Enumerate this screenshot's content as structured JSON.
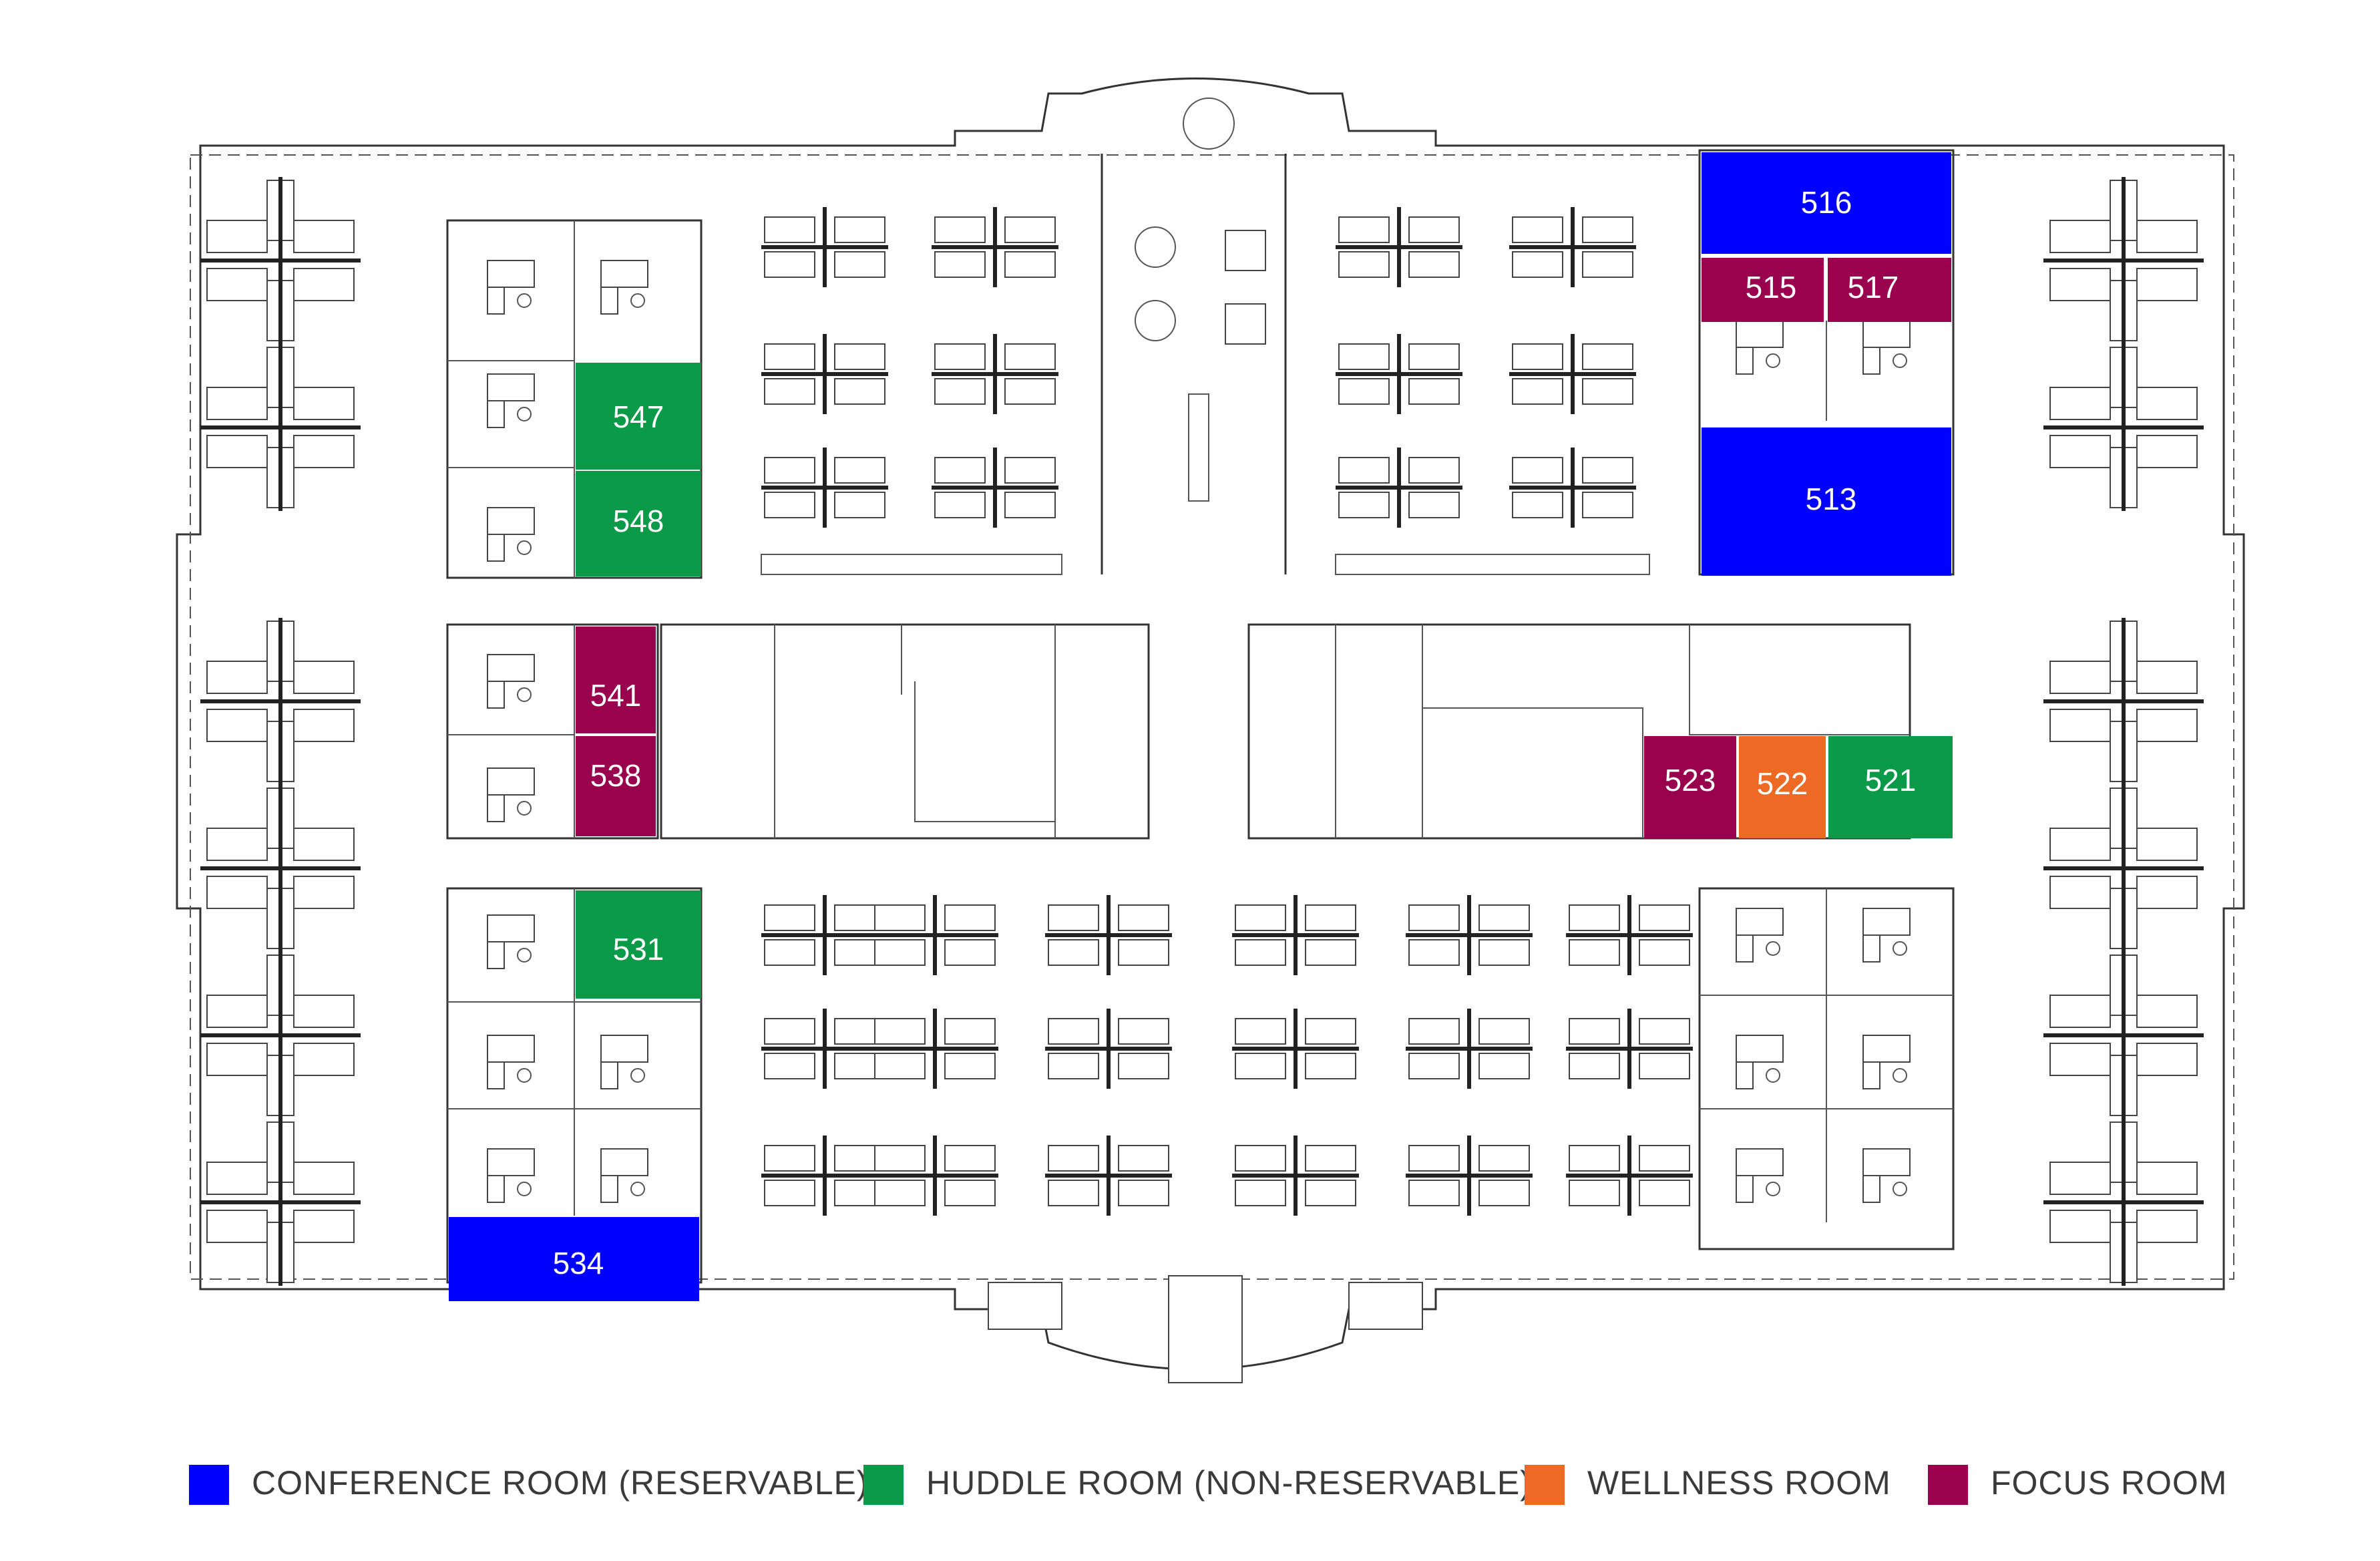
{
  "colors": {
    "conference": "#0000ff",
    "huddle": "#0b9a48",
    "wellness": "#ee6a24",
    "focus": "#99004d"
  },
  "rooms": [
    {
      "id": "516",
      "type": "conference"
    },
    {
      "id": "515",
      "type": "focus"
    },
    {
      "id": "517",
      "type": "focus"
    },
    {
      "id": "513",
      "type": "conference"
    },
    {
      "id": "547",
      "type": "huddle"
    },
    {
      "id": "548",
      "type": "huddle"
    },
    {
      "id": "541",
      "type": "focus"
    },
    {
      "id": "538",
      "type": "focus"
    },
    {
      "id": "523",
      "type": "focus"
    },
    {
      "id": "522",
      "type": "wellness"
    },
    {
      "id": "521",
      "type": "huddle"
    },
    {
      "id": "531",
      "type": "huddle"
    },
    {
      "id": "534",
      "type": "conference"
    }
  ],
  "legend": [
    {
      "type": "conference",
      "label": "CONFERENCE ROOM (RESERVABLE)",
      "color_icon": "blue-square"
    },
    {
      "type": "huddle",
      "label": "HUDDLE ROOM (NON-RESERVABLE)",
      "color_icon": "green-square"
    },
    {
      "type": "wellness",
      "label": "WELLNESS ROOM",
      "color_icon": "orange-square"
    },
    {
      "type": "focus",
      "label": "FOCUS ROOM",
      "color_icon": "purple-square"
    }
  ]
}
